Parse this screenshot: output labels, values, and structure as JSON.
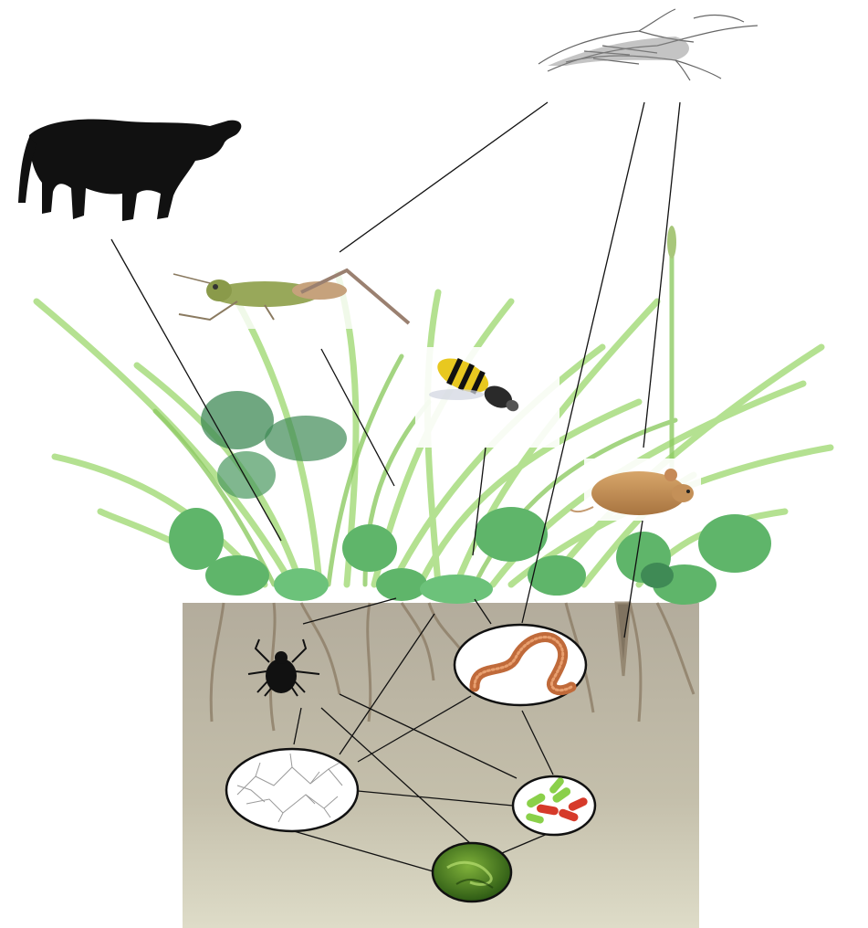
{
  "diagram": {
    "kind": "soil food web",
    "organisms": [
      {
        "id": "cow",
        "icon": "cow-icon"
      },
      {
        "id": "hawk",
        "icon": "hawk-icon"
      },
      {
        "id": "grasshopper",
        "icon": "grasshopper-icon"
      },
      {
        "id": "bee",
        "icon": "bee-icon"
      },
      {
        "id": "mouse",
        "icon": "mouse-icon"
      },
      {
        "id": "grass",
        "icon": "grass-icon"
      },
      {
        "id": "mite",
        "icon": "mite-icon"
      },
      {
        "id": "earthworm",
        "icon": "earthworm-icon"
      },
      {
        "id": "fungi",
        "icon": "fungi-icon"
      },
      {
        "id": "bacteria",
        "icon": "bacteria-icon"
      },
      {
        "id": "protozoa",
        "icon": "protozoa-icon"
      }
    ],
    "links": [
      [
        "cow",
        "grass"
      ],
      [
        "hawk",
        "grasshopper"
      ],
      [
        "hawk",
        "earthworm"
      ],
      [
        "hawk",
        "mouse"
      ],
      [
        "grasshopper",
        "grass"
      ],
      [
        "bee",
        "grass"
      ],
      [
        "mouse",
        "grass"
      ],
      [
        "mite",
        "grass"
      ],
      [
        "fungi",
        "grass"
      ],
      [
        "earthworm",
        "grass"
      ],
      [
        "mite",
        "fungi"
      ],
      [
        "mite",
        "bacteria"
      ],
      [
        "mite",
        "protozoa"
      ],
      [
        "earthworm",
        "fungi"
      ],
      [
        "earthworm",
        "bacteria"
      ],
      [
        "fungi",
        "bacteria"
      ],
      [
        "fungi",
        "protozoa"
      ],
      [
        "bacteria",
        "protozoa"
      ]
    ],
    "colors": {
      "soil_top": "#b3ac9c",
      "soil_bottom": "#d9d7c4",
      "grass_light": "#a8dc7e",
      "leaf_green": "#5fb56a",
      "leaf_dark": "#3f8a55",
      "root_brown": "#7a6a55",
      "line": "#111111"
    }
  }
}
